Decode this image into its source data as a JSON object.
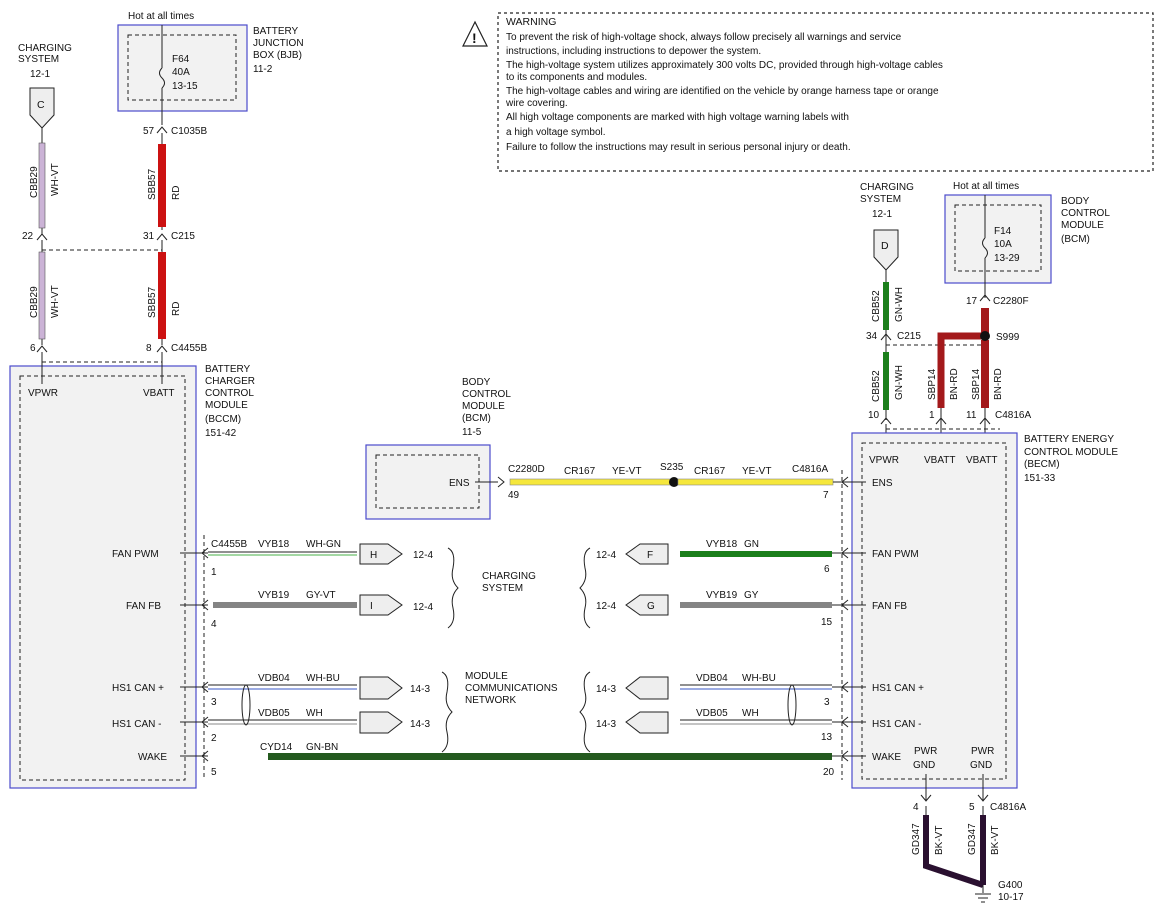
{
  "warning": {
    "title": "WARNING",
    "lines": [
      "To prevent the risk of high-voltage shock, always follow precisely all warnings and service",
      "instructions, including instructions to depower the system.",
      "The high-voltage system utilizes approximately 300 volts DC, provided through high-voltage cables",
      "to its components and modules.",
      "The high-voltage cables and wiring are identified on the vehicle by orange harness tape or orange",
      "wire covering.",
      "All high voltage components are marked with high voltage warning labels with",
      "a high voltage symbol.",
      "Failure to follow the instructions may result in serious personal injury or death."
    ]
  },
  "hot_at_all_times": "Hot at all times",
  "bjb": {
    "name_lines": [
      "BATTERY",
      "JUNCTION",
      "BOX (BJB)",
      "11-2"
    ],
    "fuse_lines": [
      "F64",
      "40A",
      "13-15"
    ]
  },
  "bcm_fuse": {
    "name_lines": [
      "BODY",
      "CONTROL",
      "MODULE",
      "(BCM)"
    ],
    "fuse_lines": [
      "F14",
      "10A",
      "13-29"
    ]
  },
  "charging_left": {
    "lines": [
      "CHARGING",
      "SYSTEM",
      "12-1"
    ],
    "letter": "C"
  },
  "charging_right": {
    "lines": [
      "CHARGING",
      "SYSTEM",
      "12-1"
    ],
    "letter": "D"
  },
  "bccm": {
    "name_lines": [
      "BATTERY",
      "CHARGER",
      "CONTROL",
      "MODULE",
      "(BCCM)",
      "151-42"
    ],
    "pins": {
      "vpwr": "VPWR",
      "vbatt": "VBATT",
      "fan_pwm": "FAN PWM",
      "fan_fb": "FAN FB",
      "hs1_plus": "HS1 CAN +",
      "hs1_minus": "HS1 CAN -",
      "wake": "WAKE"
    }
  },
  "becm": {
    "name_lines": [
      "BATTERY ENERGY",
      "CONTROL MODULE",
      "(BECM)",
      "151-33"
    ],
    "pins": {
      "vpwr": "VPWR",
      "vbatt1": "VBATT",
      "vbatt2": "VBATT",
      "ens": "ENS",
      "fan_pwm": "FAN PWM",
      "fan_fb": "FAN FB",
      "hs1_plus": "HS1 CAN +",
      "hs1_minus": "HS1 CAN -",
      "wake": "WAKE",
      "pwr1": "PWR",
      "gnd1": "GND",
      "pwr2": "PWR",
      "gnd2": "GND"
    }
  },
  "bcm_ens": {
    "name_lines": [
      "BODY",
      "CONTROL",
      "MODULE",
      "(BCM)",
      "11-5"
    ],
    "pin": "ENS"
  },
  "labels": {
    "cbb29": "CBB29",
    "wh_vt": "WH-VT",
    "sbb57": "SBB57",
    "rd": "RD",
    "cbb52": "CBB52",
    "gn_wh": "GN-WH",
    "sbp14": "SBP14",
    "bn_rd": "BN-RD",
    "gd347": "GD347",
    "bk_vt": "BK-VT",
    "c1035b": "C1035B",
    "c215": "C215",
    "c4455b": "C4455B",
    "c2280f": "C2280F",
    "s999": "S999",
    "c4816a": "C4816A",
    "c2280d": "C2280D",
    "s235": "S235",
    "cr167": "CR167",
    "ye_vt": "YE-VT",
    "g400": "G400",
    "g400_ref": "10-17",
    "vyb18": "VYB18",
    "wh_gn": "WH-GN",
    "gn": "GN",
    "vyb19": "VYB19",
    "gy_vt": "GY-VT",
    "gy": "GY",
    "vdb04": "VDB04",
    "wh_bu": "WH-BU",
    "vdb05": "VDB05",
    "wh": "WH",
    "cyd14": "CYD14",
    "gn_bn": "GN-BN",
    "ref_124": "12-4",
    "ref_143": "14-3",
    "conn_h": "H",
    "conn_i": "I",
    "conn_f": "F",
    "conn_g": "G",
    "charging_system_lines": [
      "CHARGING",
      "SYSTEM"
    ],
    "mcn_lines": [
      "MODULE",
      "COMMUNICATIONS",
      "NETWORK"
    ]
  },
  "pins": {
    "p57": "57",
    "p31": "31",
    "p22": "22",
    "p6": "6",
    "p8": "8",
    "p17": "17",
    "p34": "34",
    "p10": "10",
    "p1": "1",
    "p11": "11",
    "p49": "49",
    "p7": "7",
    "l1": "1",
    "l4": "4",
    "l3": "3",
    "l2": "2",
    "l5": "5",
    "r6": "6",
    "r15": "15",
    "r3": "3",
    "r13": "13",
    "r20": "20",
    "g4": "4",
    "g5": "5"
  },
  "colors": {
    "red": "#cc1111",
    "dark_red": "#a3191b",
    "green": "#1b7f1b",
    "dark_green": "#245a1f",
    "yellow": "#f5e73c",
    "gray": "#848484",
    "violet": "#cbb3d6",
    "box_border": "#4b4bcc",
    "box_fill": "#f2f2f2",
    "black_violet": "#2a1030"
  }
}
